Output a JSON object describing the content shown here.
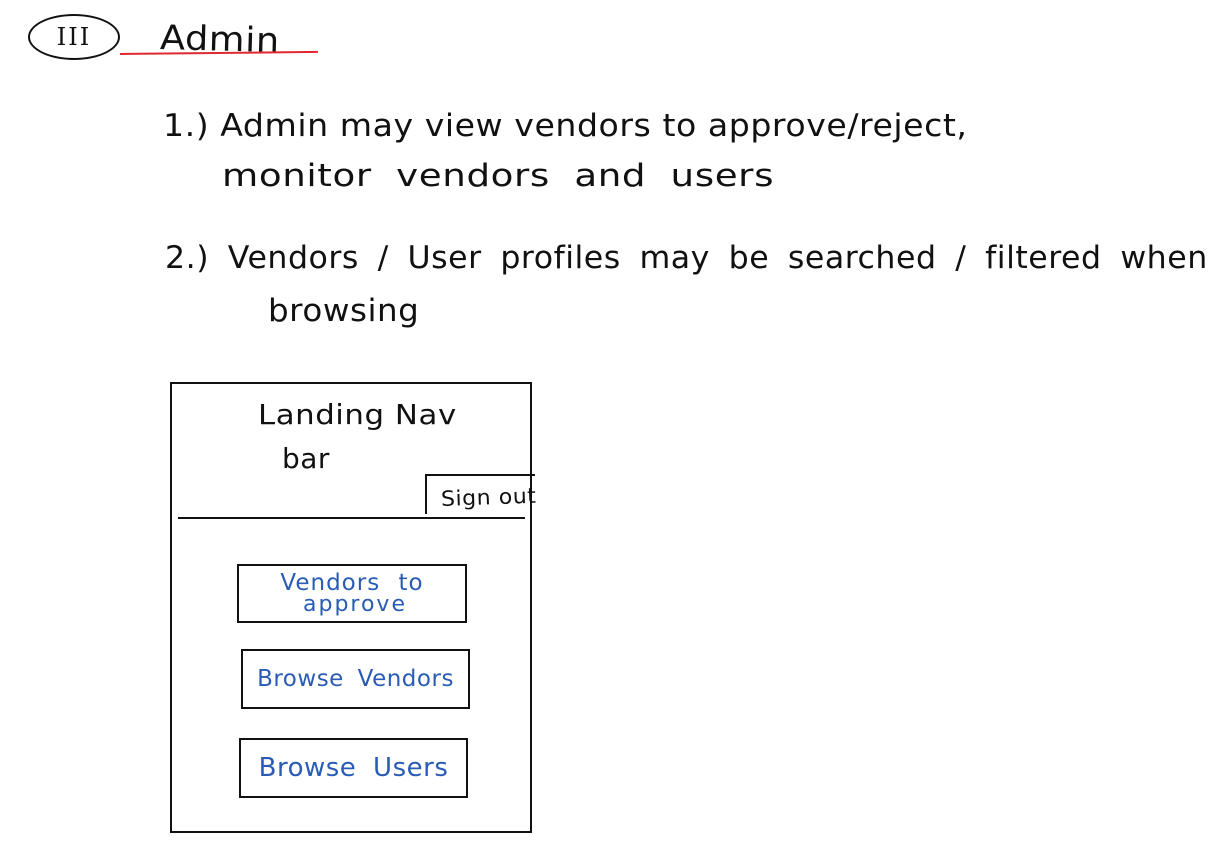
{
  "section": {
    "numeral": "III",
    "title": "Admin"
  },
  "notes": {
    "note_1": {
      "line_1": "1.) Admin may view vendors to approve/reject,",
      "line_2": "monitor vendors and users"
    },
    "note_2": {
      "line_1": "2.) Vendors / User profiles may be searched / filtered when",
      "line_2": "browsing"
    }
  },
  "wireframe": {
    "navbar_label_line_1": "Landing Nav",
    "navbar_label_line_2": "bar",
    "signout_label": "Sign out",
    "buttons": {
      "approve_vendors_line_1": "Vendors to",
      "approve_vendors_line_2": "approve",
      "browse_vendors": "Browse Vendors",
      "browse_users": "Browse Users"
    }
  },
  "colors": {
    "ink": "#111111",
    "underline": "#e0282e",
    "button_text": "#2a5bb5"
  }
}
